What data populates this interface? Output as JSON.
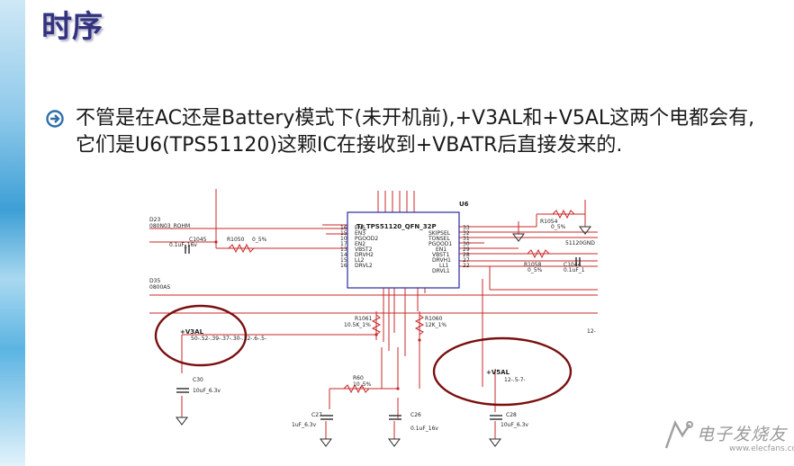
{
  "slide": {
    "title": "时序",
    "bullet_text": "不管是在AC还是Battery模式下(未开机前),+V3AL和+V5AL这两个电都会有,它们是U6(TPS51120)这颗IC在接收到+VBATR后直接发来的."
  },
  "schematic": {
    "chip_ref": "U6",
    "chip_name": "TI_TPS51120_QFN_32P",
    "left_pins": [
      "EN5",
      "EN3",
      "PGOOD2",
      "EN2",
      "VBST2",
      "DRVH2",
      "LL2",
      "DRVL2"
    ],
    "left_pin_numbers": [
      "16",
      "15",
      "10",
      "17",
      "13",
      "14",
      "15",
      "16"
    ],
    "right_pins": [
      "SKIPSEL",
      "TONSEL",
      "PGOOD1",
      "EN1",
      "VBST1",
      "DRVH1",
      "LL1",
      "DRVL1"
    ],
    "right_pin_numbers": [
      "33",
      "32",
      "31",
      "30",
      "29",
      "28",
      "27",
      "22"
    ],
    "refs": {
      "d23": "D23",
      "d23_part": "080N03_ROHM",
      "c1045": "C1045",
      "c1045_val": "0.1uF_16v",
      "r1050": "R1050",
      "r1050_val": "0_5%",
      "d35": "D35",
      "d35_part": "0800AS",
      "r1054": "R1054",
      "r1054_val": "0_5%",
      "r1058": "R1058",
      "r1058_val": "0_5%",
      "c1044": "C1044",
      "c1044_val": "0.1uF_1",
      "part_right": "51120GND",
      "r1061": "R1061",
      "r1061_val": "10.5K_1%",
      "r1060": "R1060",
      "r1060_val": "12K_1%",
      "v3al": "+V3AL",
      "v3al_refs": "50-.52-.39-.37-.30-.12-.6-.5-",
      "v5al": "+V5AL",
      "v5al_refs": "12-.5-7-",
      "c30": "C30",
      "c30_val": "10uF_6.3v",
      "r60": "R60",
      "r60_val": "10_5%",
      "c27": "C27",
      "c27_val": "1uF_6.3v",
      "c26": "C26",
      "c26_val": "0.1uF_16v",
      "c28": "C28",
      "c28_val": "10uF_6.3v",
      "net_12": "12-"
    }
  },
  "watermark": {
    "text": "电子发烧友",
    "sub": "www.elecfans.com"
  },
  "colors": {
    "title": "#33337f",
    "wire": "#c8282a",
    "ring": "#7a1010",
    "chip_border": "#2a2aa0"
  }
}
